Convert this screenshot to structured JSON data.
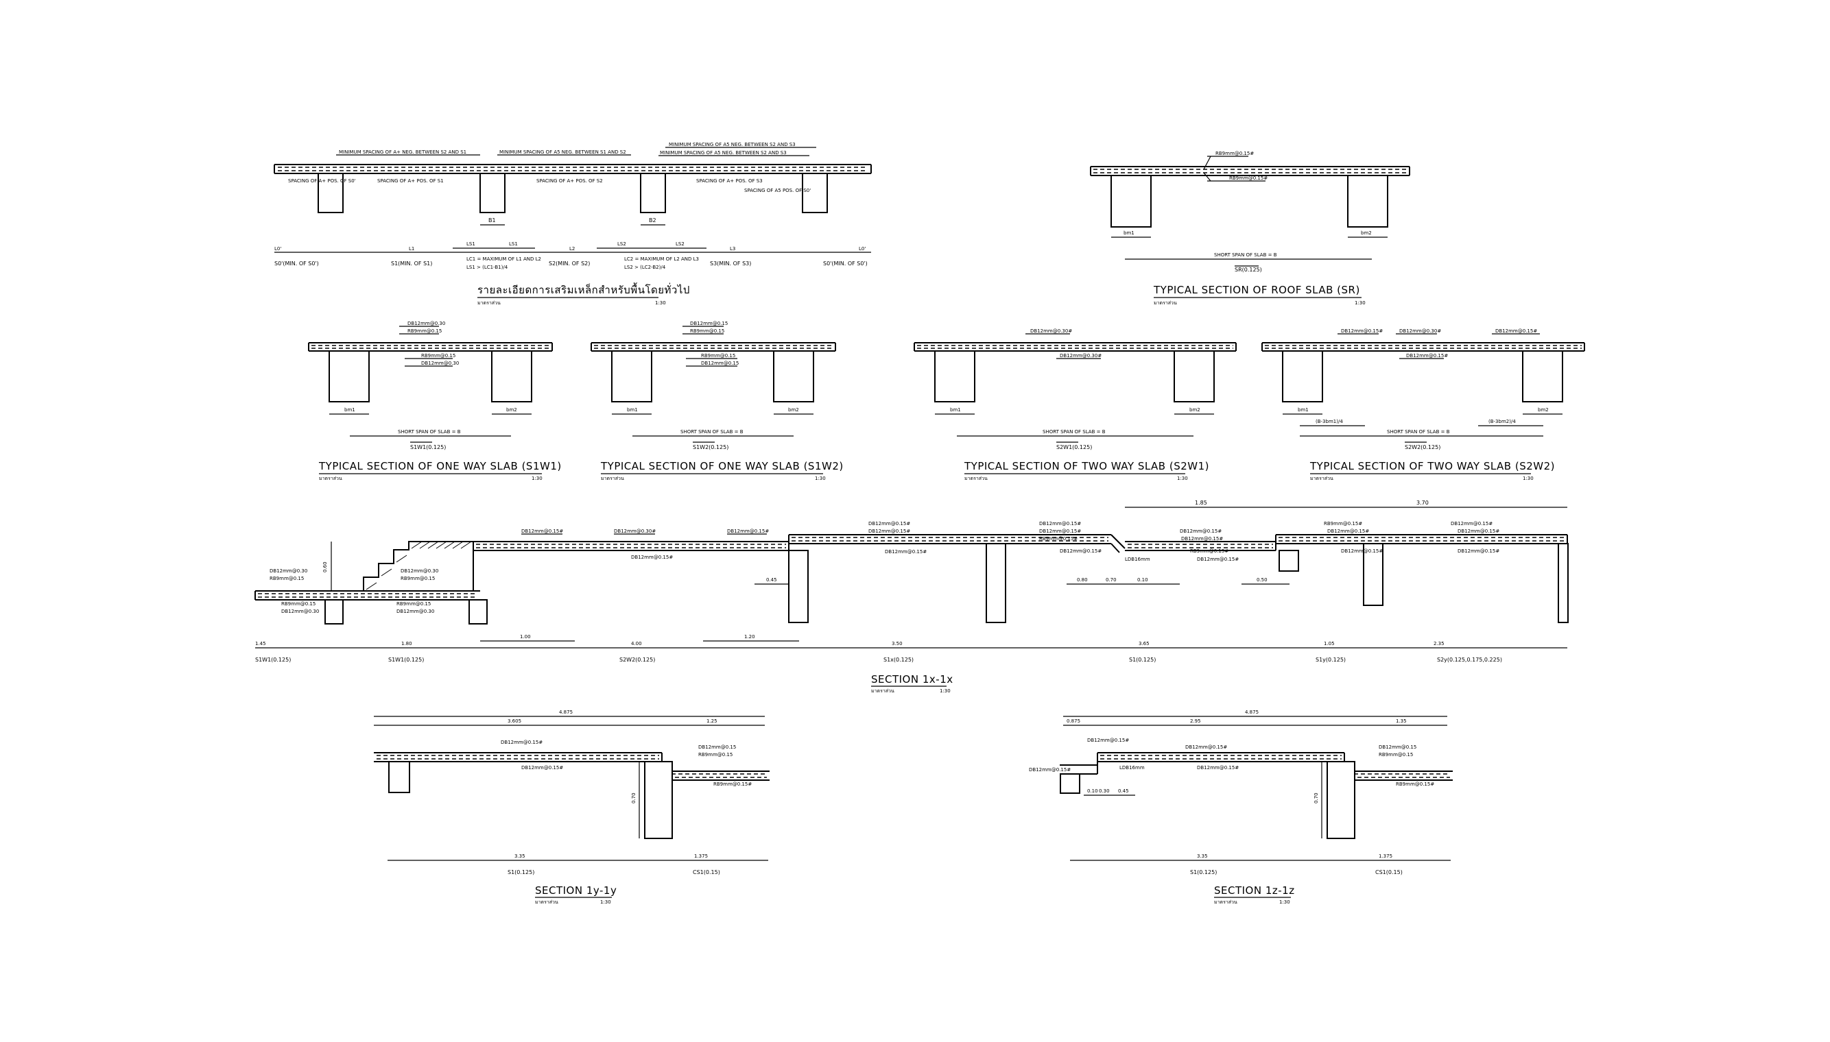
{
  "general": {
    "title": "รายละเอียดการเสริมเหล็กสำหรับพื้นโดยทั่วไป",
    "scale_label": "มาตราส่วน",
    "scale": "1:30",
    "notes": {
      "n1": "MINIMUM SPACING OF A+ NEG. BETWEEN S2 AND S1",
      "n2": "MINIMUM SPACING OF A5 NEG. BETWEEN S1 AND S2",
      "n3": "MINIMUM SPACING OF A5 NEG. BETWEEN S2 AND S3",
      "n4": "MINIMUM SPACING OF A5 NEG. BETWEEN S2 AND S3",
      "n5": "SPACING OF A+ POS. OF S0'",
      "n6": "SPACING OF A+ POS. OF S1",
      "n7": "SPACING OF A+ POS. OF S2",
      "n8": "SPACING OF A+ POS. OF S3",
      "n9": "SPACING OF A5 POS. OF S0'"
    },
    "beams": {
      "b1": "B1",
      "b2": "B2"
    },
    "dims": {
      "ls1a": "LS1",
      "ls1b": "LS1",
      "ls2a": "LS2",
      "ls2b": "LS2",
      "l0a": "L0'",
      "l1": "L1",
      "l2": "L2",
      "l3": "L3",
      "l0b": "L0'"
    },
    "formula1a": "LC1 = MAXIMUM OF L1 AND L2",
    "formula1b": "LS1 > (LC1-B1)/4",
    "formula2a": "LC2 = MAXIMUM OF L2 AND L3",
    "formula2b": "LS2 > (LC2-B2)/4",
    "slabs": {
      "s0a": "S0'(MIN. OF S0')",
      "s1": "S1(MIN. OF S1)",
      "s2": "S2(MIN. OF S2)",
      "s3": "S3(MIN. OF S3)",
      "s0b": "S0'(MIN. OF S0')"
    }
  },
  "roof": {
    "title": "TYPICAL SECTION OF ROOF SLAB (SR)",
    "scale_label": "มาตราส่วน",
    "scale": "1:30",
    "rb_top": "RB9mm@0.15#",
    "rb_bot": "RB9mm@0.15#",
    "bm1": "bm1",
    "bm2": "bm2",
    "span": "SHORT SPAN OF SLAB = B",
    "mark": "SR(0.125)"
  },
  "s1w1": {
    "title": "TYPICAL SECTION OF ONE WAY SLAB (S1W1)",
    "scale_label": "มาตราส่วน",
    "scale": "1:30",
    "b1": "DB12mm@0.30",
    "b2": "RB9mm@0.15",
    "b3": "RB9mm@0.15",
    "b4": "DB12mm@0.30",
    "bm1": "bm1",
    "bm2": "bm2",
    "span": "SHORT SPAN OF SLAB = B",
    "mark": "S1W1(0.125)"
  },
  "s1w2": {
    "title": "TYPICAL SECTION OF ONE WAY SLAB (S1W2)",
    "scale_label": "มาตราส่วน",
    "scale": "1:30",
    "b1": "DB12mm@0.15",
    "b2": "RB9mm@0.15",
    "b3": "RB9mm@0.15",
    "b4": "DB12mm@0.15",
    "bm1": "bm1",
    "bm2": "bm2",
    "span": "SHORT SPAN OF SLAB = B",
    "mark": "S1W2(0.125)"
  },
  "s2w1": {
    "title": "TYPICAL SECTION OF TWO WAY SLAB (S2W1)",
    "scale_label": "มาตราส่วน",
    "scale": "1:30",
    "b1": "DB12mm@0.30#",
    "b2": "DB12mm@0.30#",
    "bm1": "bm1",
    "bm2": "bm2",
    "span": "SHORT SPAN OF SLAB = B",
    "mark": "S2W1(0.125)"
  },
  "s2w2": {
    "title": "TYPICAL SECTION OF TWO WAY SLAB (S2W2)",
    "scale_label": "มาตราส่วน",
    "scale": "1:30",
    "b1": "DB12mm@0.15#",
    "b2": "DB12mm@0.30#",
    "b3": "DB12mm@0.15#",
    "b4": "DB12mm@0.15#",
    "bm1": "bm1",
    "bm2": "bm2",
    "q1": "(B-3bm1)/4",
    "q2": "(B-3bm2)/4",
    "span": "SHORT SPAN OF SLAB = B",
    "mark": "S2W2(0.125)"
  },
  "sec1x": {
    "title": "SECTION 1x-1x",
    "scale_label": "มาตราส่วน",
    "scale": "1:30",
    "labels": {
      "l1": "DB12mm@0.30",
      "l2": "RB9mm@0.15",
      "l3": "RB9mm@0.15",
      "l4": "DB12mm@0.30",
      "l5": "DB12mm@0.30",
      "l6": "RB9mm@0.15",
      "l7": "RB9mm@0.15",
      "l8": "DB12mm@0.30",
      "l9": "DB12mm@0.15#",
      "l10": "DB12mm@0.30#",
      "l11": "DB12mm@0.15#",
      "l12": "DB12mm@0.15#",
      "l13": "DB12mm@0.15#",
      "l14": "DB12mm@0.15#",
      "l15": "DB12mm@0.15#",
      "l16": "DB12mm@0.15#",
      "l17": "DB12mm@0.15#",
      "l18": "RB9mm@0.15#",
      "l19": "DB12mm@0.15#",
      "l20": "DB12mm@0.15#",
      "l21": "DB12mm@0.15#",
      "l22": "RB9mm@0.15#",
      "l23": "DB12mm@0.15#",
      "l24": "RB9mm@0.15#",
      "l25": "DB12mm@0.15#",
      "l26": "DB12mm@0.15#",
      "l27": "DB12mm@0.15#",
      "l28": "DB12mm@0.15#",
      "l29": "DB12mm@0.15#",
      "l30": "LDB16mm"
    },
    "dims": {
      "d_top1": "1.85",
      "d_top2": "3.70",
      "h1": "0.60",
      "d045": "0.45",
      "d100": "1.00",
      "d120": "1.20",
      "d080": "0.80",
      "d070": "0.70",
      "d010": "0.10",
      "d050": "0.50",
      "s145": "1.45",
      "s180": "1.80",
      "s400": "4.00",
      "s350": "3.50",
      "s365": "3.65",
      "s105": "1.05",
      "s235": "2.35"
    },
    "marks": {
      "m1": "S1W1(0.125)",
      "m2": "S1W1(0.125)",
      "m3": "S2W2(0.125)",
      "m4": "S1x(0.125)",
      "m5": "S1(0.125)",
      "m6": "S1y(0.125)",
      "m7": "S2y(0.125,0.175,0.225)"
    }
  },
  "sec1y": {
    "title": "SECTION 1y-1y",
    "scale_label": "มาตราส่วน",
    "scale": "1:30",
    "b1": "DB12mm@0.15#",
    "b2": "DB12mm@0.15#",
    "b3": "DB12mm@0.15",
    "b4": "RB9mm@0.15",
    "b5": "RB9mm@0.15#",
    "top": "4.875",
    "t1": "3.605",
    "t2": "1.25",
    "h": "0.70",
    "d1": "3.35",
    "d2": "1.375",
    "m1": "S1(0.125)",
    "m2": "CS1(0.15)"
  },
  "sec1z": {
    "title": "SECTION 1z-1z",
    "scale_label": "มาตราส่วน",
    "scale": "1:30",
    "b1": "DB12mm@0.15#",
    "b2": "DB12mm@0.15#",
    "b3": "DB12mm@0.15#",
    "b4": "DB12mm@0.15",
    "b5": "RB9mm@0.15",
    "b6": "RB9mm@0.15#",
    "b7": "DB12mm@0.15#",
    "b8": "LDB16mm",
    "top": "4.875",
    "t1": "0.875",
    "t2": "2.95",
    "t3": "1.35",
    "h": "0.70",
    "a1": "0.10",
    "a2": "0.30",
    "a3": "0.45",
    "d1": "3.35",
    "d2": "1.375",
    "m1": "S1(0.125)",
    "m2": "CS1(0.15)"
  }
}
